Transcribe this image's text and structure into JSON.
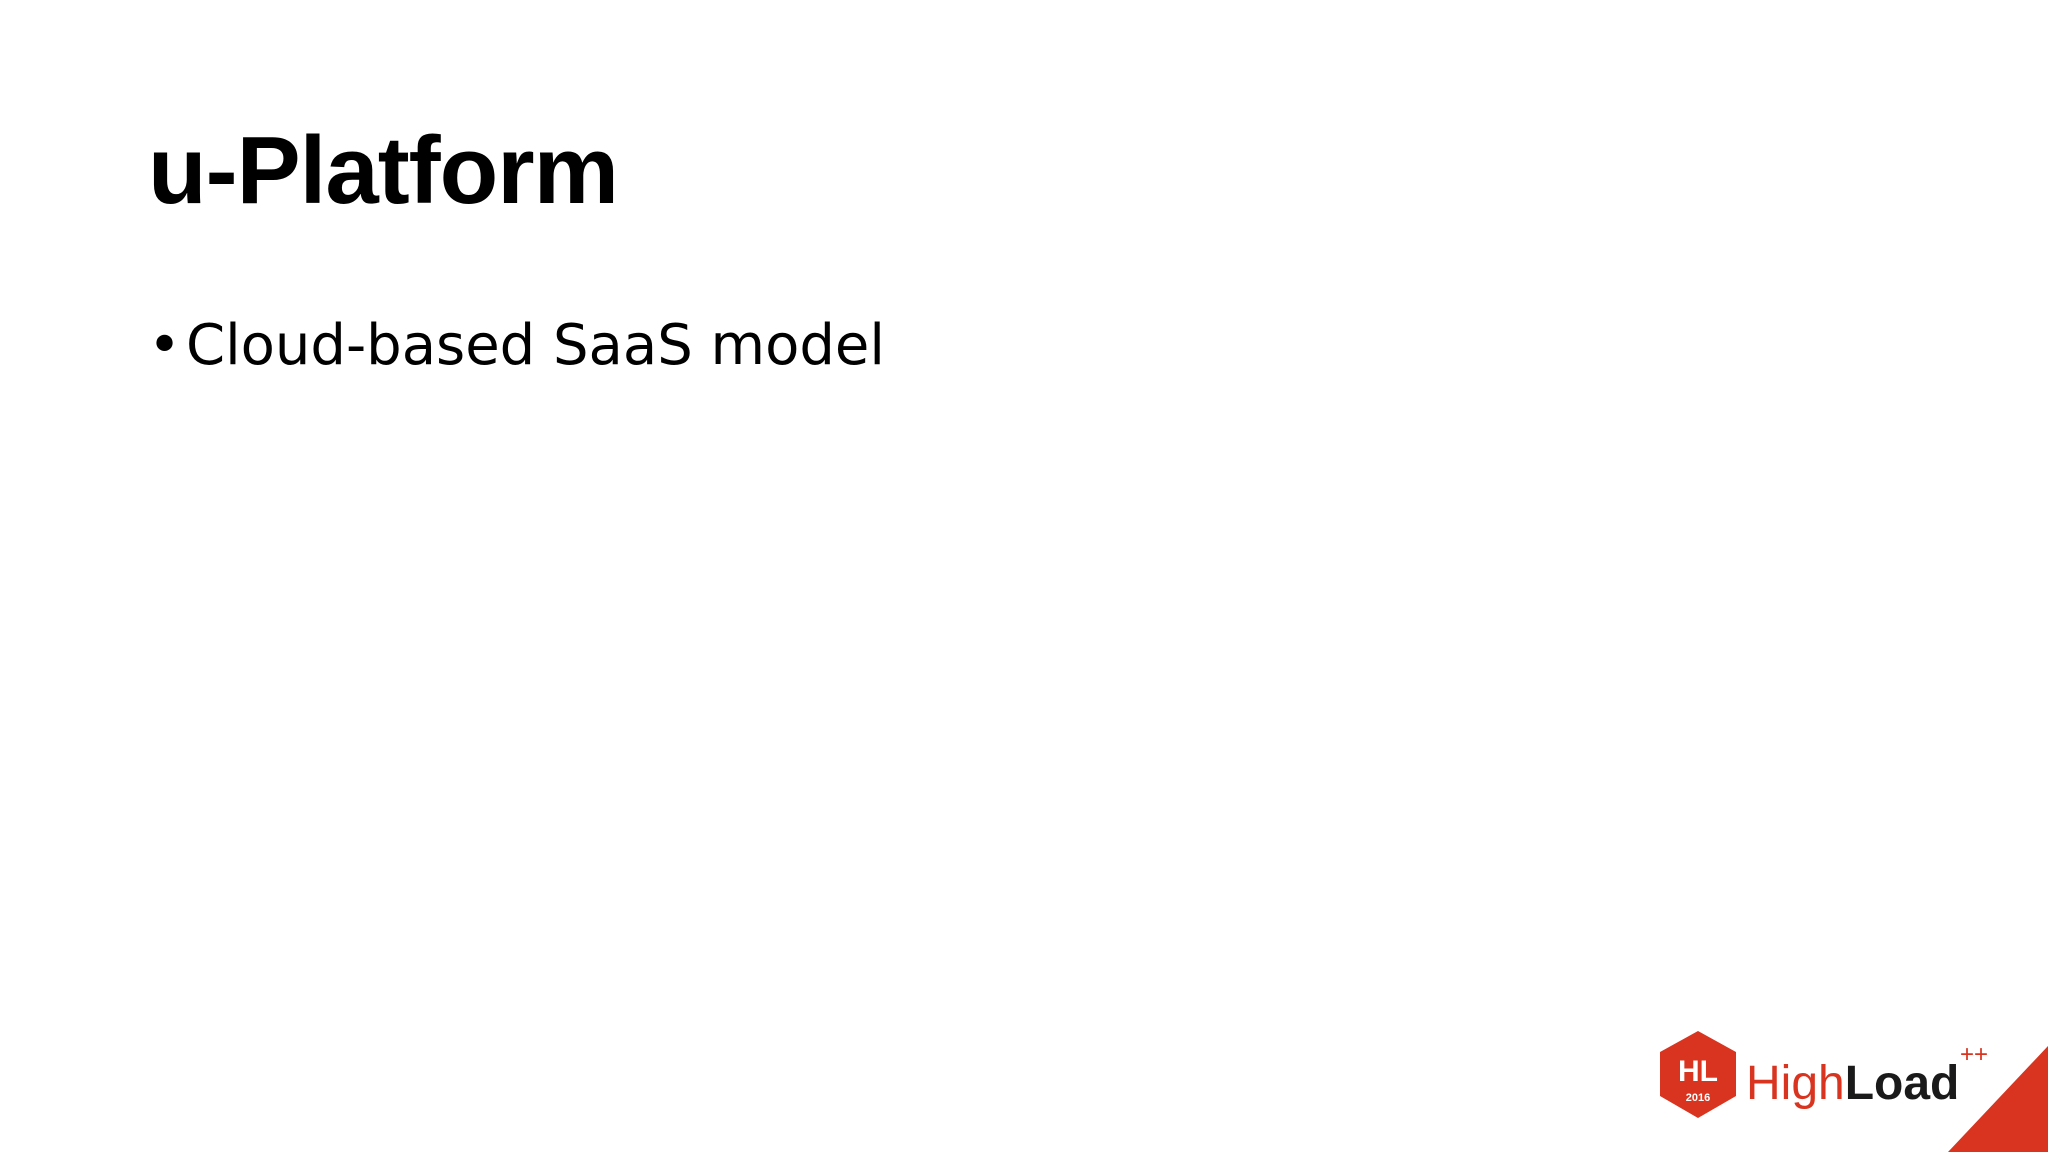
{
  "slide": {
    "title": "u-Platform",
    "bullets": [
      {
        "marker": "•",
        "text": "Cloud-based SaaS model"
      }
    ]
  },
  "logo": {
    "badge_text": "HL",
    "badge_year": "2016",
    "word_light": "High",
    "word_bold": "Load",
    "superscript": "++",
    "icon": "hexagon-icon"
  },
  "colors": {
    "background": "#ffffff",
    "text": "#000000",
    "brand": "#d8341f"
  }
}
